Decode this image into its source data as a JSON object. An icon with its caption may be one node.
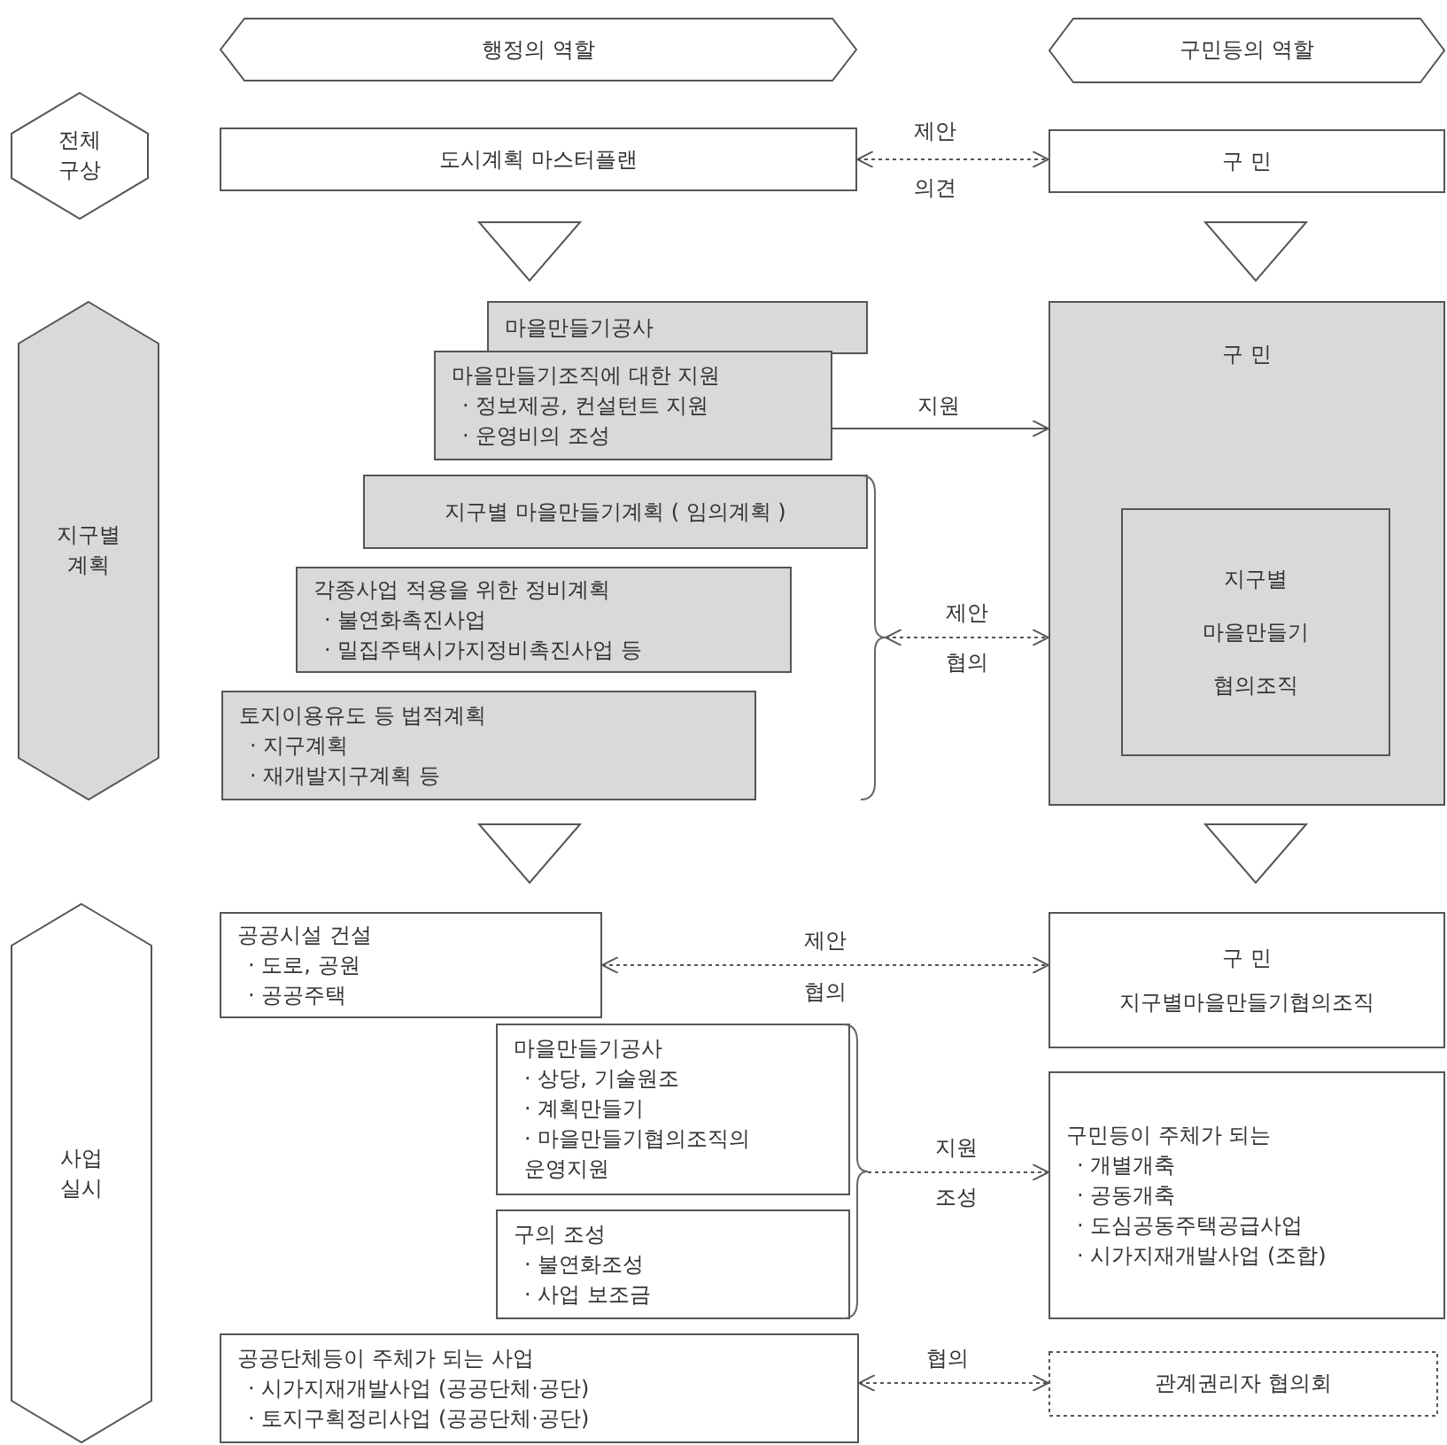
{
  "diagram": {
    "nodes": [
      {
        "text": [
          "행정의 역할"
        ]
      },
      {
        "text": [
          "구민등의 역할"
        ]
      },
      {
        "text": [
          "전체 구상"
        ]
      },
      {
        "text": [
          "도시계획 마스터플랜"
        ]
      },
      {
        "text": [
          "구 민"
        ]
      },
      {
        "text": [],
        "shape": "triangle"
      },
      {
        "text": [],
        "shape": "triangle"
      },
      {
        "text": [
          "지구별 계획"
        ]
      },
      {
        "text": [
          "마을만들기공사"
        ]
      },
      {
        "text": [
          "마을만들기조직에 대한 지원",
          "· 정보제공, 컨설턴트 지원",
          "· 운영비의 조성"
        ]
      },
      {
        "text": [
          "구 민"
        ]
      },
      {
        "text": [
          "지구별 마을만들기 협의조직"
        ],
        "in": 10
      },
      {
        "text": [
          "지구별 마을만들기계획 ( 임의계획 )"
        ]
      },
      {
        "text": [
          "각종사업 적용을 위한 정비계획",
          "· 불연화촉진사업",
          "· 밀집주택시가지정비촉진사업 등"
        ]
      },
      {
        "text": [
          "토지이용유도 등 법적계획",
          "· 지구계획",
          "· 재개발지구계획 등"
        ]
      },
      {
        "text": [],
        "shape": "bracket"
      },
      {
        "text": [],
        "shape": "triangle"
      },
      {
        "text": [],
        "shape": "triangle"
      },
      {
        "text": [
          "사업 실시"
        ]
      },
      {
        "text": [
          "공공시설 건설",
          "· 도로, 공원",
          "· 공공주택"
        ]
      },
      {
        "text": [
          "구 민",
          "지구별마을만들기협의조직"
        ]
      },
      {
        "text": [
          "마을만들기공사",
          "· 상당, 기술원조",
          "· 계획만들기",
          "· 마을만들기협의조직의 운영지원"
        ]
      },
      {
        "text": [
          "구의 조성",
          "· 불연화조성",
          "· 사업 보조금"
        ]
      },
      {
        "text": [],
        "shape": "bracket"
      },
      {
        "text": [
          "구민등이 주체가 되는",
          "· 개별개축",
          "· 공동개축",
          "· 도심공동주택공급사업",
          "· 시가지재개발사업 (조합)"
        ]
      },
      {
        "text": [
          "공공단체등이 주체가 되는 사업",
          "· 시가지재개발사업 (공공단체·공단)",
          "· 토지구획정리사업 (공공단체·공단)"
        ]
      },
      {
        "text": [
          "관계권리자 협의회"
        ]
      }
    ],
    "edges": [
      {
        "from": 3,
        "to": 4,
        "arrow": "both",
        "label": "제안",
        "style": "dashed"
      },
      {
        "from": 9,
        "to": 10,
        "arrow": "to",
        "label": "지원"
      },
      {
        "from": 15,
        "to": 10,
        "arrow": "both",
        "label": "제안",
        "style": "dashed"
      },
      {
        "from": 19,
        "to": 20,
        "arrow": "both",
        "label": "제안",
        "style": "dashed"
      },
      {
        "from": 23,
        "to": 24,
        "arrow": "to",
        "label": "지원",
        "style": "dashed"
      },
      {
        "from": 25,
        "to": 26,
        "arrow": "both",
        "label": "협의",
        "style": "dashed"
      }
    ],
    "labels": [
      "의견",
      "협의",
      "협의",
      "조성"
    ]
  }
}
